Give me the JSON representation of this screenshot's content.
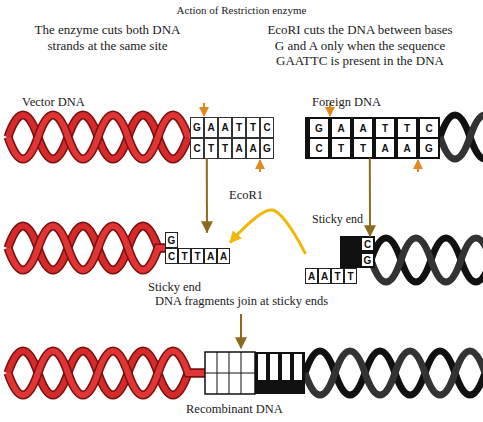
{
  "diagram": {
    "title": "Action of Restriction enzyme",
    "nodes": [
      {
        "text": [
          "G",
          "A",
          "A",
          "T",
          "T",
          "C",
          "C",
          "T",
          "T",
          "A",
          "A",
          "G"
        ]
      },
      {
        "text": [
          "G",
          "A",
          "A",
          "T",
          "T",
          "C",
          "C",
          "T",
          "T",
          "A",
          "A",
          "G"
        ]
      },
      {
        "text": [
          "G",
          "C",
          "T",
          "T",
          "A",
          "A"
        ]
      },
      {
        "text": [
          "A",
          "A",
          "T",
          "T",
          "C",
          "G"
        ]
      }
    ],
    "edges": [
      {
        "from": 0,
        "to": 2,
        "arrow": "to"
      },
      {
        "from": 1,
        "to": 3,
        "arrow": "to"
      },
      {
        "from": 3,
        "to": 2,
        "arrow": "to"
      }
    ],
    "labels": [
      "The enzyme cuts both DNA strands at the same site",
      "EcoRI cuts the DNA between bases G and A only when the sequence GAATTC is present in the DNA",
      "Vector DNA",
      "Foreign DNA",
      "EcoR1",
      "Sticky end",
      "Sticky end",
      "DNA fragments join at sticky ends",
      "Recombinant DNA"
    ]
  }
}
